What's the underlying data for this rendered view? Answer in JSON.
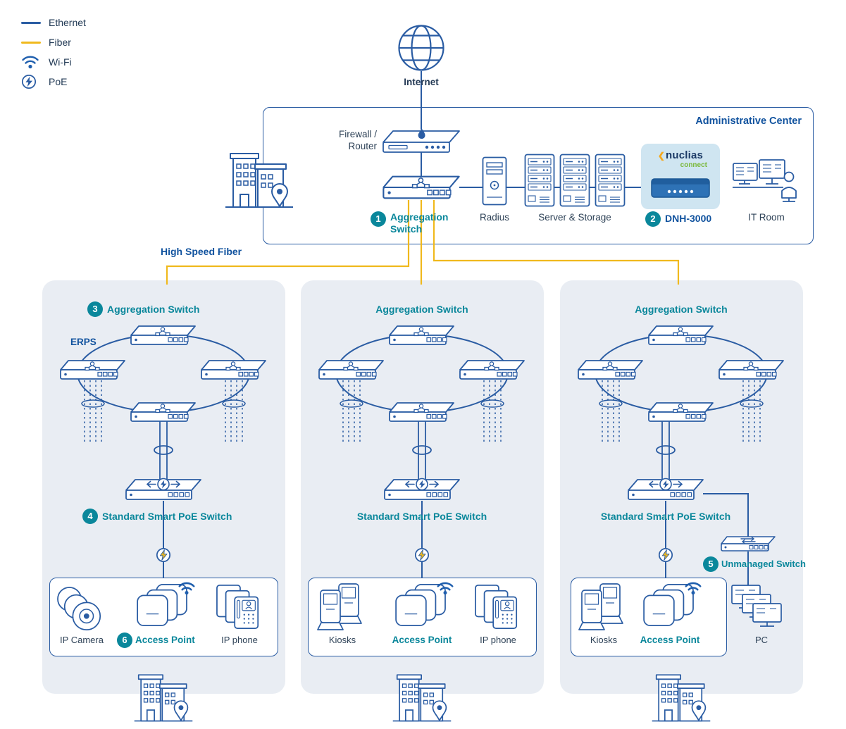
{
  "colors": {
    "ethernet": "#2a5ca3",
    "fiber": "#f0b91d",
    "teal_accent": "#0a879b",
    "navy_accent": "#10529e",
    "zone_bg": "#e9edf3",
    "nuclias_bg": "#cfe5f1",
    "device_blue": "#2e72b6"
  },
  "legend": {
    "items": [
      {
        "label": "Ethernet"
      },
      {
        "label": "Fiber"
      },
      {
        "label": "Wi-Fi"
      },
      {
        "label": "PoE"
      }
    ]
  },
  "internet_label": "Internet",
  "admin": {
    "title": "Administrative Center",
    "firewall_line1": "Firewall /",
    "firewall_line2": "Router",
    "agg_num": "1",
    "agg_line1": "Aggregation",
    "agg_line2": "Switch",
    "radius_label": "Radius",
    "servers_label": "Server & Storage",
    "nuclias_chevron": "❮",
    "nuclias_name": "nuclias",
    "nuclias_sub": "connect",
    "dnh_num": "2",
    "dnh_label": "DNH-3000",
    "itroom_label": "IT Room"
  },
  "fiber_label": "High Speed Fiber",
  "zones": [
    {
      "agg_num": "3",
      "agg_label": "Aggregation Switch",
      "erps_label": "ERPS",
      "poe_num": "4",
      "poe_label": "Standard Smart PoE Switch",
      "dev_left": "IP Camera",
      "ap_num": "6",
      "ap_label": "Access Point",
      "dev_right": "IP phone"
    },
    {
      "agg_label": "Aggregation Switch",
      "poe_label": "Standard Smart PoE Switch",
      "dev_left": "Kiosks",
      "ap_label": "Access Point",
      "dev_right": "IP phone"
    },
    {
      "agg_label": "Aggregation Switch",
      "poe_label": "Standard Smart PoE Switch",
      "unm_num": "5",
      "unm_label": "Unmanaged Switch",
      "dev_left": "Kiosks",
      "ap_label": "Access Point",
      "dev_right": "PC"
    }
  ]
}
